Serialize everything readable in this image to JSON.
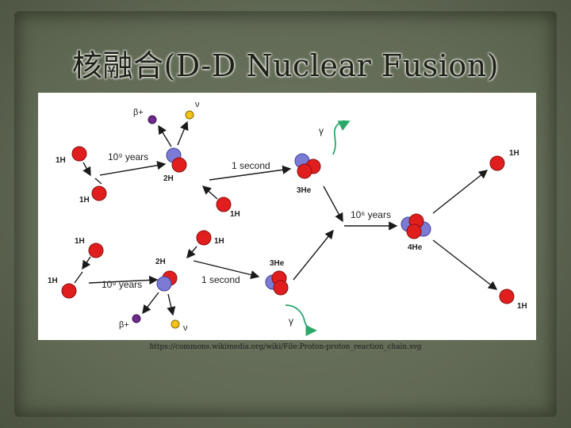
{
  "slide": {
    "title": "核融合(D-D Nuclear Fusion)",
    "source_url": "https://commons.wikimedia.org/wiki/File:Proton-proton_reaction_chain.svg"
  },
  "diagram": {
    "labels": {
      "h1_top_left": "1H",
      "h1_top_left_2": "1H",
      "h2_top": "2H",
      "h1_top_mid": "1H",
      "he3_top": "3He",
      "he4": "4He",
      "h1_right_top": "1H",
      "h1_right_bottom": "1H",
      "h1_bottom_left_1": "1H",
      "h1_bottom_left_2": "1H",
      "h2_bottom": "2H",
      "h1_bottom_mid": "1H",
      "he3_bottom": "3He",
      "beta_top": "β+",
      "nu_top": "ν",
      "beta_bottom": "β+",
      "nu_bottom": "ν",
      "gamma_top": "γ",
      "gamma_bottom": "γ",
      "time_top_years": "10⁹ years",
      "time_top_second": "1 second",
      "time_mid_years": "10⁶ years",
      "time_bottom_years": "10⁹ years",
      "time_bottom_second": "1 second"
    },
    "colors": {
      "proton": "#e01e1e",
      "neutron": "#7b7bd6",
      "positron": "#6f2a8e",
      "neutrino": "#f2c318",
      "gamma": "#2aa86a",
      "arrow": "#1a1a1a"
    }
  }
}
